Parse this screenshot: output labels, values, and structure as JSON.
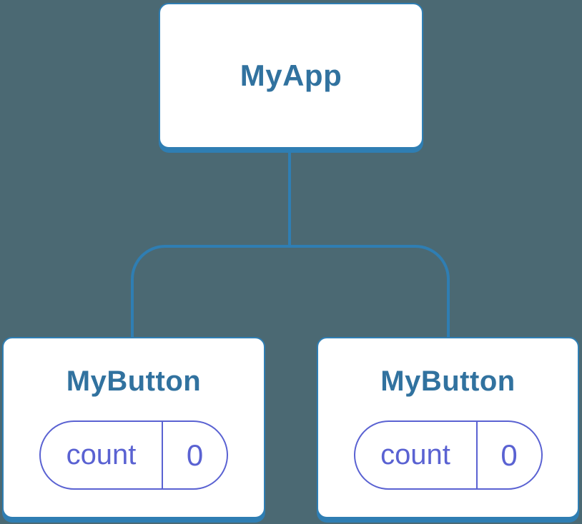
{
  "colors": {
    "background": "#4B6973",
    "card_bg": "#ffffff",
    "line_blue": "#2F7EB3",
    "heading_blue": "#31729F",
    "state_purple": "#5A62D2"
  },
  "tree": {
    "root": {
      "label": "MyApp"
    },
    "children": [
      {
        "label": "MyButton",
        "state": {
          "key": "count",
          "value": "0"
        }
      },
      {
        "label": "MyButton",
        "state": {
          "key": "count",
          "value": "0"
        }
      }
    ]
  }
}
